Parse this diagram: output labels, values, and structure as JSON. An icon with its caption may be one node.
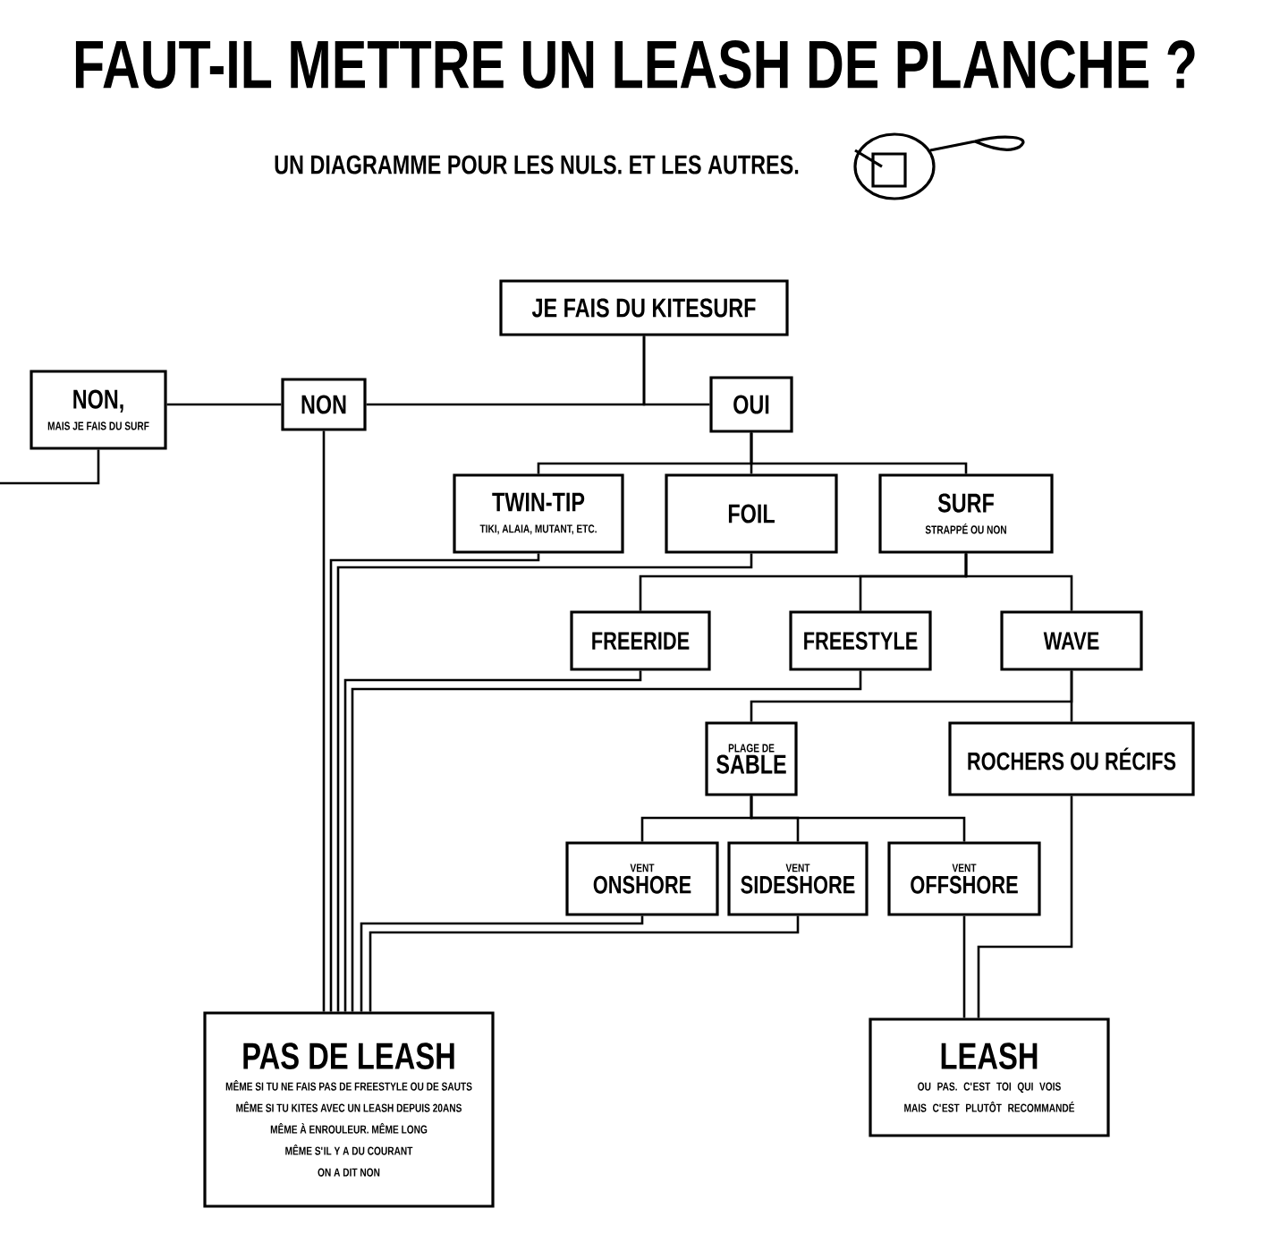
{
  "diagram": {
    "title": "FAUT-IL METTRE UN LEASH DE PLANCHE ?",
    "nodes": [
      {
        "text": [
          "JE FAIS DU KITESURF"
        ]
      },
      {
        "text": [
          "NON,",
          "MAIS JE FAIS DU SURF"
        ]
      },
      {
        "text": [
          "NON"
        ]
      },
      {
        "text": [
          "OUI"
        ]
      },
      {
        "text": [
          "TWIN-TIP",
          "TIKI, ALAIA, MUTANT, ETC."
        ]
      },
      {
        "text": [
          "FOIL"
        ]
      },
      {
        "text": [
          "SURF",
          "STRAPPÉ OU NON"
        ]
      },
      {
        "text": [
          "FREERIDE"
        ]
      },
      {
        "text": [
          "FREESTYLE"
        ]
      },
      {
        "text": [
          "WAVE"
        ]
      },
      {
        "text": [
          "PLAGE DE",
          "SABLE"
        ]
      },
      {
        "text": [
          "ROCHERS OU RÉCIFS"
        ]
      },
      {
        "text": [
          "VENT",
          "ONSHORE"
        ]
      },
      {
        "text": [
          "VENT",
          "SIDESHORE"
        ]
      },
      {
        "text": [
          "VENT",
          "OFFSHORE"
        ]
      },
      {
        "text": [
          "PAS DE LEASH",
          "MÊME SI TU NE FAIS PAS DE FREESTYLE OU DE SAUTS",
          "MÊME SI TU KITES AVEC UN LEASH DEPUIS 20ANS",
          "MÊME À ENROULEUR. MÊME LONG",
          "MÊME S'IL Y A DU COURANT",
          "ON A DIT NON"
        ]
      },
      {
        "text": [
          "LEASH",
          "OU PAS. C'EST TOI QUI VOIS MAIS C'EST PLUTÔT RECOMMANDÉ"
        ]
      }
    ],
    "edges": [
      {
        "from": 0,
        "to": 2,
        "arrow": "none"
      },
      {
        "from": 0,
        "to": 3,
        "arrow": "none"
      },
      {
        "from": 2,
        "to": 1,
        "arrow": "none"
      },
      {
        "from": 1,
        "to": null,
        "arrow": "none"
      },
      {
        "from": 3,
        "to": 4,
        "arrow": "none"
      },
      {
        "from": 3,
        "to": 5,
        "arrow": "none"
      },
      {
        "from": 3,
        "to": 6,
        "arrow": "none"
      },
      {
        "from": 6,
        "to": 7,
        "arrow": "none"
      },
      {
        "from": 6,
        "to": 8,
        "arrow": "none"
      },
      {
        "from": 6,
        "to": 9,
        "arrow": "none"
      },
      {
        "from": 2,
        "to": 15,
        "arrow": "none"
      },
      {
        "from": 4,
        "to": 15,
        "arrow": "none"
      },
      {
        "from": 5,
        "to": 15,
        "arrow": "none"
      },
      {
        "from": 7,
        "to": 15,
        "arrow": "none"
      },
      {
        "from": 8,
        "to": 15,
        "arrow": "none"
      },
      {
        "from": 9,
        "to": 10,
        "arrow": "none"
      },
      {
        "from": 9,
        "to": 11,
        "arrow": "none"
      },
      {
        "from": 10,
        "to": 12,
        "arrow": "none"
      },
      {
        "from": 10,
        "to": 13,
        "arrow": "none"
      },
      {
        "from": 10,
        "to": 14,
        "arrow": "none"
      },
      {
        "from": 12,
        "to": 15,
        "arrow": "none"
      },
      {
        "from": 13,
        "to": 15,
        "arrow": "none"
      },
      {
        "from": 14,
        "to": 16,
        "arrow": "none"
      },
      {
        "from": 11,
        "to": 16,
        "arrow": "none"
      }
    ],
    "labels": [
      "UN DIAGRAMME POUR LES NULS. ET LES AUTRES."
    ]
  }
}
